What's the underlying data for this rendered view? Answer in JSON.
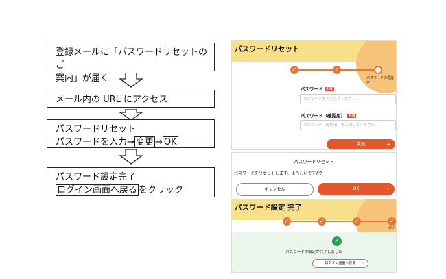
{
  "flow": {
    "step1": {
      "line1": "登録メールに「パスワードリセットのご",
      "line2": "案内」が届く"
    },
    "step2": {
      "line1": "メール内の URL にアクセス"
    },
    "step3": {
      "line1": "パスワードリセット",
      "line2_a": "パスワードを入力→",
      "line2_b": "変更",
      "line2_c": "→",
      "line2_d": "OK"
    },
    "step4": {
      "line1": "パスワード設定完了",
      "line2_a": "ログイン画面へ戻る",
      "line2_b": "をクリック"
    }
  },
  "screen1": {
    "title": "パスワードリセット",
    "step_label": "パスワードの再設定",
    "pw_label": "パスワード",
    "required": "必須",
    "pw_placeholder": "パスワードを入力してください。",
    "confirm_label": "パスワード（確認用）",
    "confirm_placeholder": "パスワード（確認用）を入力してください。",
    "submit": "変更",
    "check": "✓",
    "arrow": "→"
  },
  "screen2": {
    "title": "パスワードリセット",
    "message": "パスワードをリセットします。よろしいですか？",
    "cancel": "キャンセル",
    "ok": "OK",
    "arrow": "→"
  },
  "screen3": {
    "title": "パスワード設定 完了",
    "step_label": "完了",
    "done_message": "パスワードの設定が完了しました",
    "back_button": "ログイン画面へ戻る",
    "check": "✓",
    "arrow": "→"
  },
  "colors": {
    "accent": "#e0582c",
    "header": "#f8e08a",
    "success": "#2e9e5a"
  }
}
